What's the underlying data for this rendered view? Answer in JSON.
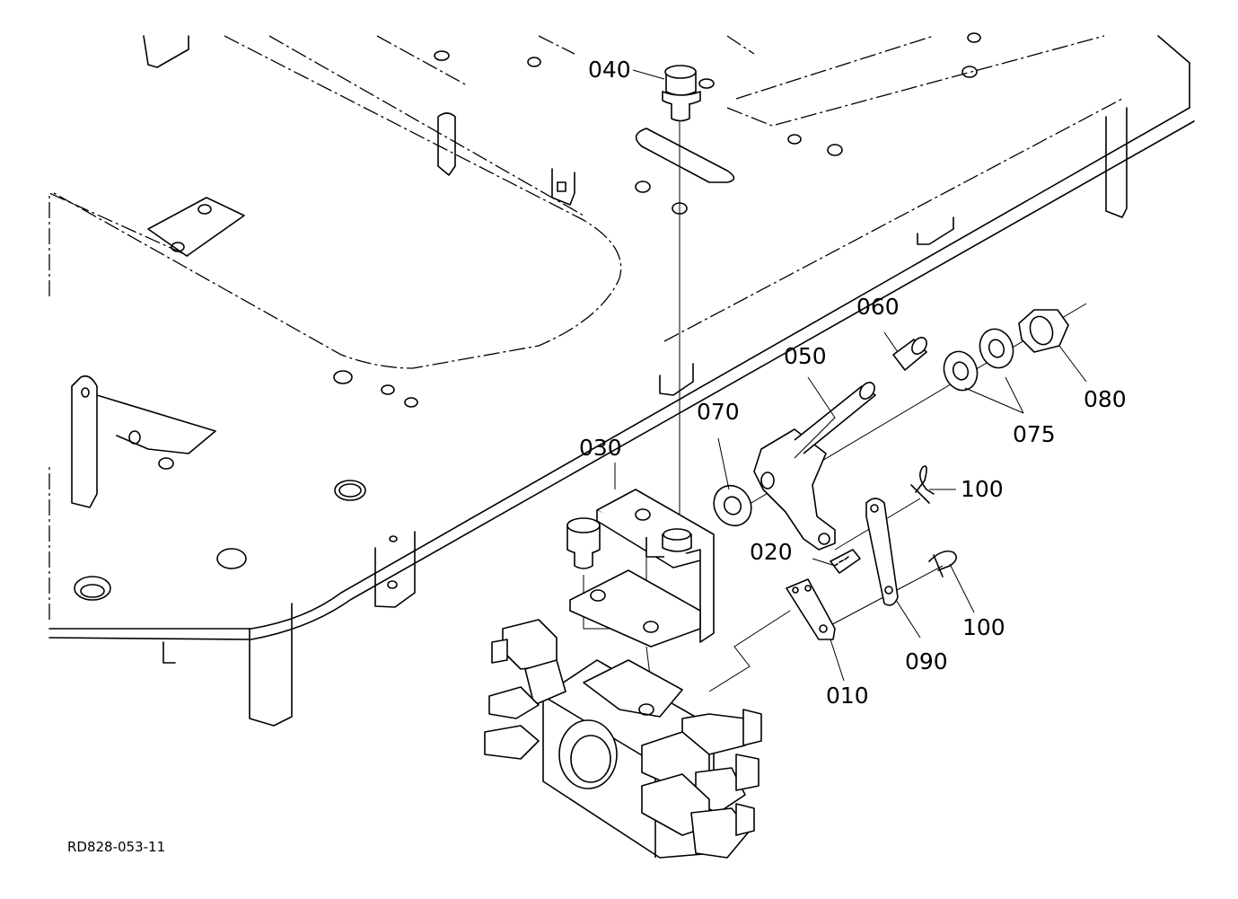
{
  "diagram_code": "RD828-053-11",
  "parts": [
    {
      "id": "p010",
      "label": "010"
    },
    {
      "id": "p020",
      "label": "020"
    },
    {
      "id": "p030",
      "label": "030"
    },
    {
      "id": "p040",
      "label": "040"
    },
    {
      "id": "p050",
      "label": "050"
    },
    {
      "id": "p060",
      "label": "060"
    },
    {
      "id": "p070",
      "label": "070"
    },
    {
      "id": "p075",
      "label": "075"
    },
    {
      "id": "p080",
      "label": "080"
    },
    {
      "id": "p090",
      "label": "090"
    },
    {
      "id": "p100a",
      "label": "100"
    },
    {
      "id": "p100b",
      "label": "100"
    }
  ]
}
